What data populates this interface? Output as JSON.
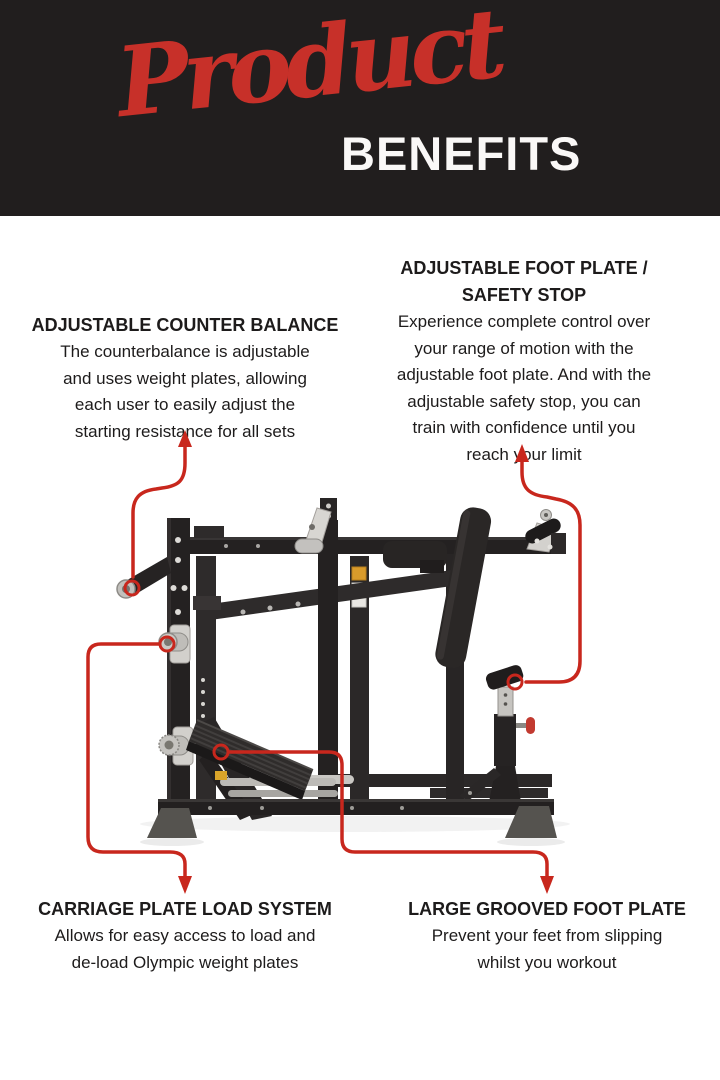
{
  "header": {
    "script_word": "Product",
    "block_word": "BENEFITS"
  },
  "benefits": {
    "counter_balance": {
      "title": "ADJUSTABLE COUNTER BALANCE",
      "body": "The counterbalance is adjustable\nand uses weight plates, allowing\neach user to easily adjust the\nstarting resistance for all sets"
    },
    "foot_plate_safety": {
      "title": "ADJUSTABLE FOOT PLATE /\nSAFETY STOP",
      "body": "Experience complete control over\nyour range of motion with the\nadjustable foot plate. And with the\nadjustable safety stop, you can\ntrain with confidence until you\nreach your limit"
    },
    "carriage": {
      "title": "CARRIAGE PLATE LOAD SYSTEM",
      "body": "Allows for easy access to load and\nde-load Olympic weight plates"
    },
    "grooved_foot_plate": {
      "title": "LARGE GROOVED FOOT PLATE",
      "body": "Prevent your feet from slipping\nwhilst you workout"
    }
  },
  "colors": {
    "accent_red": "#c8271d",
    "script_red": "#c73029",
    "header_bg": "#211e1e",
    "header_text": "#faf8f7",
    "body_text": "#1d1b1b",
    "page_bg": "#ffffff"
  }
}
